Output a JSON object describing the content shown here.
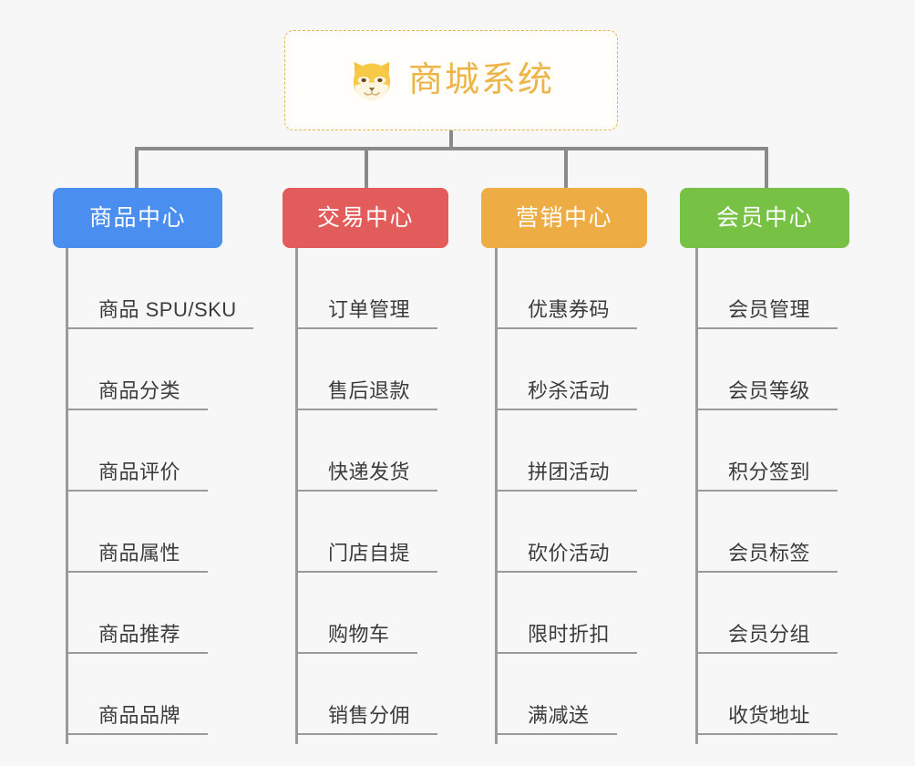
{
  "diagram": {
    "type": "org-chart",
    "root": {
      "title": "商城系统",
      "icon": "shiba-dog-icon",
      "border_color": "#e8b44c",
      "text_color": "#edb548"
    },
    "branches": [
      {
        "id": "product-center",
        "label": "商品中心",
        "color": "#4a8ef0",
        "items": [
          "商品 SPU/SKU",
          "商品分类",
          "商品评价",
          "商品属性",
          "商品推荐",
          "商品品牌"
        ]
      },
      {
        "id": "trade-center",
        "label": "交易中心",
        "color": "#e35c5c",
        "items": [
          "订单管理",
          "售后退款",
          "快递发货",
          "门店自提",
          "购物车",
          "销售分佣"
        ]
      },
      {
        "id": "marketing-center",
        "label": "营销中心",
        "color": "#eead44",
        "items": [
          "优惠券码",
          "秒杀活动",
          "拼团活动",
          "砍价活动",
          "限时折扣",
          "满减送"
        ]
      },
      {
        "id": "member-center",
        "label": "会员中心",
        "color": "#77c144",
        "items": [
          "会员管理",
          "会员等级",
          "积分签到",
          "会员标签",
          "会员分组",
          "收货地址"
        ]
      }
    ],
    "connector_color": "#8a8a8a",
    "background_color": "#f7f7f7"
  }
}
